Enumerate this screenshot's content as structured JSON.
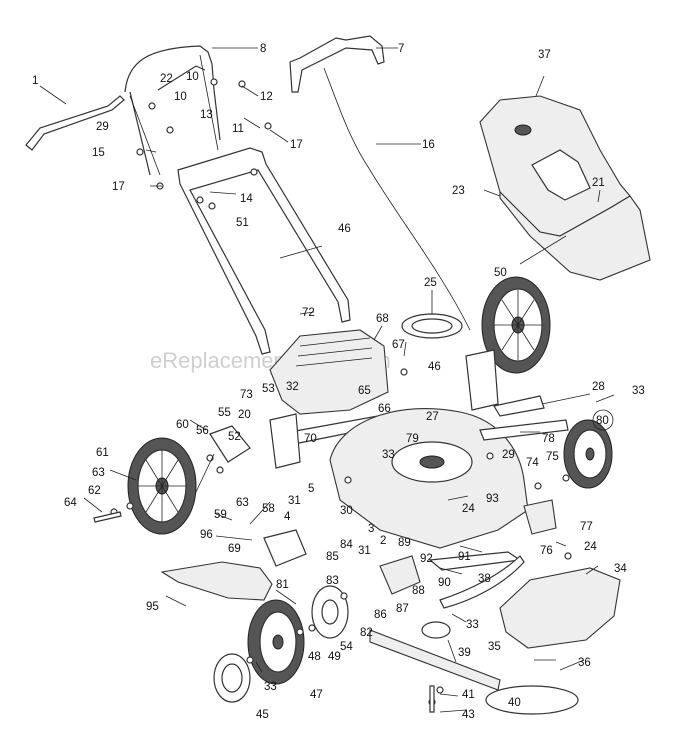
{
  "watermark": "eReplacementParts.com",
  "callouts": [
    {
      "id": "c1",
      "text": "1"
    },
    {
      "id": "c7",
      "text": "7"
    },
    {
      "id": "c8",
      "text": "8"
    },
    {
      "id": "c10a",
      "text": "10"
    },
    {
      "id": "c10b",
      "text": "10"
    },
    {
      "id": "c11",
      "text": "11"
    },
    {
      "id": "c12",
      "text": "12"
    },
    {
      "id": "c13",
      "text": "13"
    },
    {
      "id": "c14",
      "text": "14"
    },
    {
      "id": "c15",
      "text": "15"
    },
    {
      "id": "c16",
      "text": "16"
    },
    {
      "id": "c17a",
      "text": "17"
    },
    {
      "id": "c17b",
      "text": "17"
    },
    {
      "id": "c22",
      "text": "22"
    },
    {
      "id": "c29a",
      "text": "29"
    },
    {
      "id": "c51",
      "text": "51"
    },
    {
      "id": "c37",
      "text": "37"
    },
    {
      "id": "c23",
      "text": "23"
    },
    {
      "id": "c21",
      "text": "21"
    },
    {
      "id": "c50",
      "text": "50"
    },
    {
      "id": "c46a",
      "text": "46"
    },
    {
      "id": "c25",
      "text": "25"
    },
    {
      "id": "c72",
      "text": "72"
    },
    {
      "id": "c68",
      "text": "68"
    },
    {
      "id": "c67",
      "text": "67"
    },
    {
      "id": "c46b",
      "text": "46"
    },
    {
      "id": "c73",
      "text": "73"
    },
    {
      "id": "c53",
      "text": "53"
    },
    {
      "id": "c32",
      "text": "32"
    },
    {
      "id": "c65",
      "text": "65"
    },
    {
      "id": "c55",
      "text": "55"
    },
    {
      "id": "c20",
      "text": "20"
    },
    {
      "id": "c66",
      "text": "66"
    },
    {
      "id": "c27",
      "text": "27"
    },
    {
      "id": "c28",
      "text": "28"
    },
    {
      "id": "c33a",
      "text": "33"
    },
    {
      "id": "c70",
      "text": "70"
    },
    {
      "id": "c79",
      "text": "79"
    },
    {
      "id": "c80",
      "text": "80"
    },
    {
      "id": "c78",
      "text": "78"
    },
    {
      "id": "c60",
      "text": "60"
    },
    {
      "id": "c56",
      "text": "56"
    },
    {
      "id": "c52",
      "text": "52"
    },
    {
      "id": "c33b",
      "text": "33"
    },
    {
      "id": "c29b",
      "text": "29"
    },
    {
      "id": "c74",
      "text": "74"
    },
    {
      "id": "c75",
      "text": "75"
    },
    {
      "id": "c61",
      "text": "61"
    },
    {
      "id": "c63a",
      "text": "63"
    },
    {
      "id": "c62",
      "text": "62"
    },
    {
      "id": "c64",
      "text": "64"
    },
    {
      "id": "c63b",
      "text": "63"
    },
    {
      "id": "c59",
      "text": "59"
    },
    {
      "id": "c58",
      "text": "58"
    },
    {
      "id": "c31a",
      "text": "31"
    },
    {
      "id": "c5",
      "text": "5"
    },
    {
      "id": "c4",
      "text": "4"
    },
    {
      "id": "c30",
      "text": "30"
    },
    {
      "id": "c93",
      "text": "93"
    },
    {
      "id": "c96",
      "text": "96"
    },
    {
      "id": "c3",
      "text": "3"
    },
    {
      "id": "c24a",
      "text": "24"
    },
    {
      "id": "c77",
      "text": "77"
    },
    {
      "id": "c69",
      "text": "69"
    },
    {
      "id": "c2",
      "text": "2"
    },
    {
      "id": "c89",
      "text": "89"
    },
    {
      "id": "c84",
      "text": "84"
    },
    {
      "id": "c31b",
      "text": "31"
    },
    {
      "id": "c76",
      "text": "76"
    },
    {
      "id": "c24b",
      "text": "24"
    },
    {
      "id": "c85",
      "text": "85"
    },
    {
      "id": "c92",
      "text": "92"
    },
    {
      "id": "c91",
      "text": "91"
    },
    {
      "id": "c90",
      "text": "90"
    },
    {
      "id": "c38",
      "text": "38"
    },
    {
      "id": "c34",
      "text": "34"
    },
    {
      "id": "c95",
      "text": "95"
    },
    {
      "id": "c81",
      "text": "81"
    },
    {
      "id": "c83",
      "text": "83"
    },
    {
      "id": "c88",
      "text": "88"
    },
    {
      "id": "c87",
      "text": "87"
    },
    {
      "id": "c86",
      "text": "86"
    },
    {
      "id": "c33c",
      "text": "33"
    },
    {
      "id": "c82",
      "text": "82"
    },
    {
      "id": "c54",
      "text": "54"
    },
    {
      "id": "c49",
      "text": "49"
    },
    {
      "id": "c48",
      "text": "48"
    },
    {
      "id": "c39",
      "text": "39"
    },
    {
      "id": "c35",
      "text": "35"
    },
    {
      "id": "c33d",
      "text": "33"
    },
    {
      "id": "c47",
      "text": "47"
    },
    {
      "id": "c36",
      "text": "36"
    },
    {
      "id": "c45",
      "text": "45"
    },
    {
      "id": "c41",
      "text": "41"
    },
    {
      "id": "c40",
      "text": "40"
    },
    {
      "id": "c43",
      "text": "43"
    }
  ]
}
